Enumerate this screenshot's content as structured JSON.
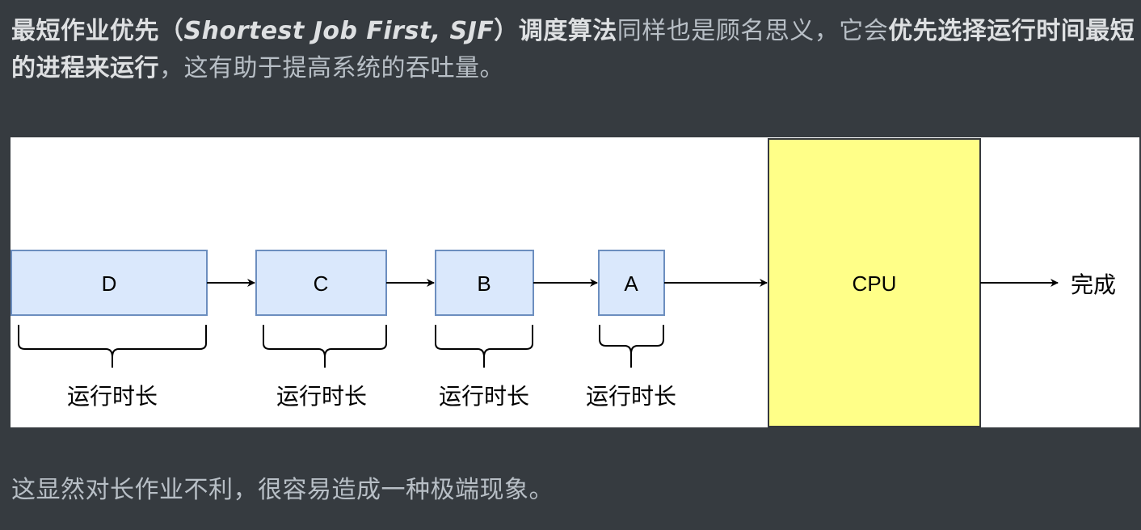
{
  "intro": {
    "bold_lead": "最短作业优先（",
    "bold_italic_term": "Shortest Job First, SJF",
    "bold_tail": "）调度算法",
    "text1": "同样也是顾名思义，它会",
    "bold_mid": "优先选择运行时间最短的进程来运行",
    "text2": "，这有助于提高系统的吞吐量。"
  },
  "diagram": {
    "processes": [
      "D",
      "C",
      "B",
      "A"
    ],
    "process_colors": {
      "fill": "#dae8fc",
      "stroke": "#6c8ebf"
    },
    "brace_label": "运行时长",
    "cpu_label": "CPU",
    "cpu_colors": {
      "fill": "#ffff88",
      "stroke": "#36393d"
    },
    "done_label": "完成"
  },
  "outro": {
    "text": "这显然对长作业不利，很容易造成一种极端现象。"
  }
}
